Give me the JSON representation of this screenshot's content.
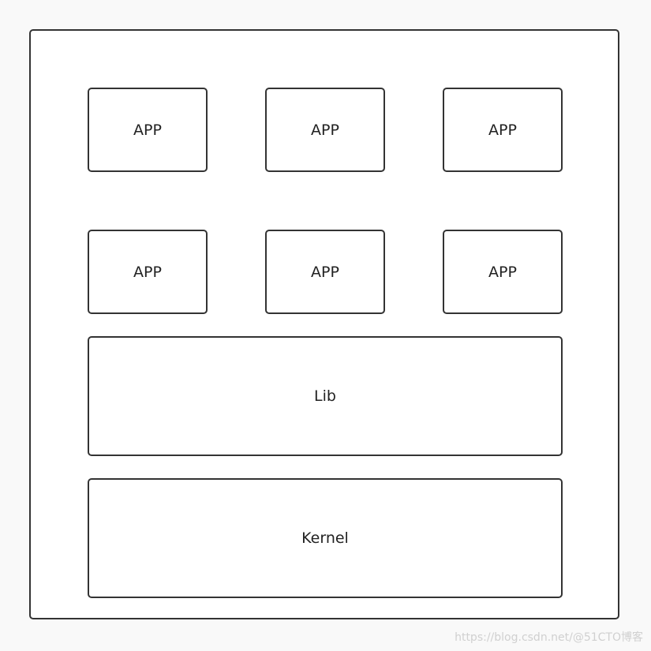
{
  "diagram": {
    "apps": [
      {
        "label": "APP"
      },
      {
        "label": "APP"
      },
      {
        "label": "APP"
      },
      {
        "label": "APP"
      },
      {
        "label": "APP"
      },
      {
        "label": "APP"
      }
    ],
    "lib": {
      "label": "Lib"
    },
    "kernel": {
      "label": "Kernel"
    }
  },
  "watermark": "https://blog.csdn.net/@51CTO博客"
}
